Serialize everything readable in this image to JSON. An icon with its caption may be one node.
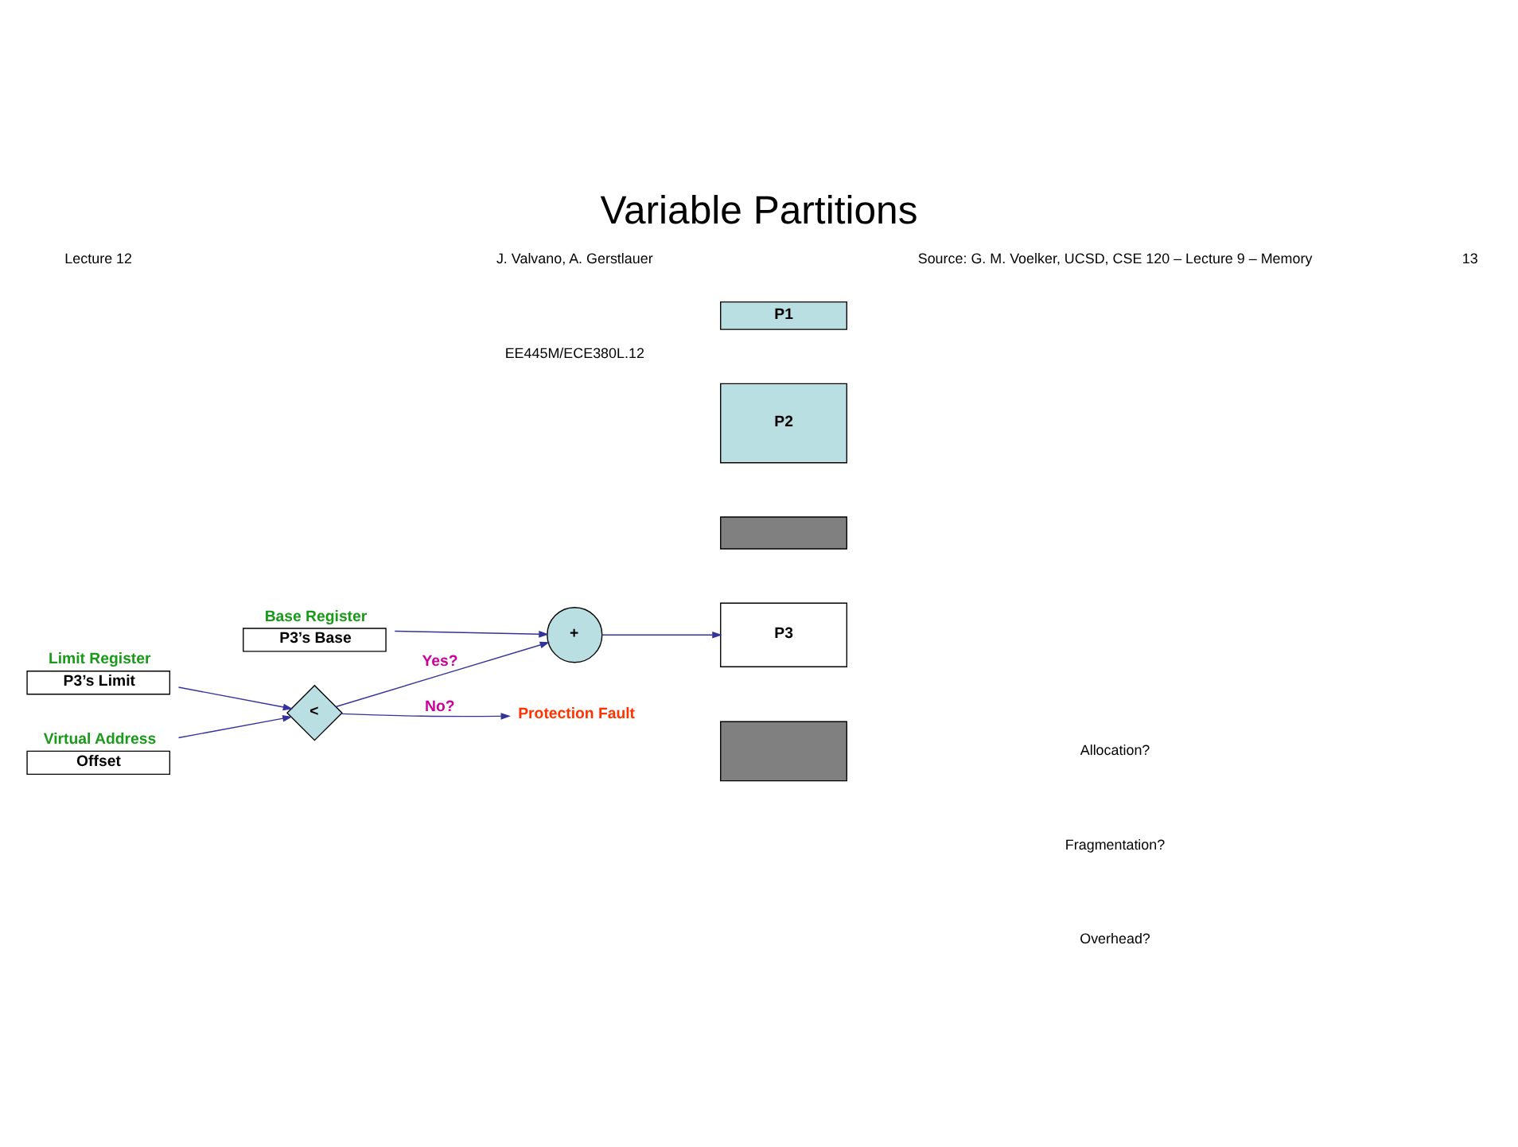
{
  "diagram": {
    "title": "Variable Partitions",
    "nodes": [
      {
        "text": [
          "Base Register",
          "P3’s Base"
        ]
      },
      {
        "text": [
          "Limit Register",
          "P3’s Limit"
        ]
      },
      {
        "text": [
          "Virtual Address",
          "Offset"
        ]
      },
      {
        "text": [
          "<"
        ]
      },
      {
        "text": [
          "+"
        ]
      },
      {
        "text": [
          "Protection Fault"
        ]
      },
      {
        "text": [
          "P1"
        ]
      },
      {
        "text": [
          "P2"
        ]
      },
      {
        "text": [],
        "shape": "box"
      },
      {
        "text": [
          "P3"
        ]
      },
      {
        "text": [],
        "shape": "box"
      }
    ],
    "edges": [
      {
        "from": 0,
        "to": 4,
        "arrow": "to"
      },
      {
        "from": 1,
        "to": 3,
        "arrow": "to"
      },
      {
        "from": 2,
        "to": 3,
        "arrow": "to"
      },
      {
        "from": 3,
        "to": 4,
        "arrow": "to",
        "label": "Yes?"
      },
      {
        "from": 3,
        "to": 5,
        "arrow": "to",
        "label": "No?"
      },
      {
        "from": 4,
        "to": 9,
        "arrow": "to"
      }
    ],
    "labels": [
      "Allocation?",
      "Fragmentation?",
      "Overhead?",
      "Lecture 12",
      "J. Valvano, A. Gerstlauer",
      "EE445M/ECE380L.12",
      "Source: G. M. Voelker, UCSD, CSE 120 – Lecture 9 – Memory",
      "13"
    ]
  }
}
